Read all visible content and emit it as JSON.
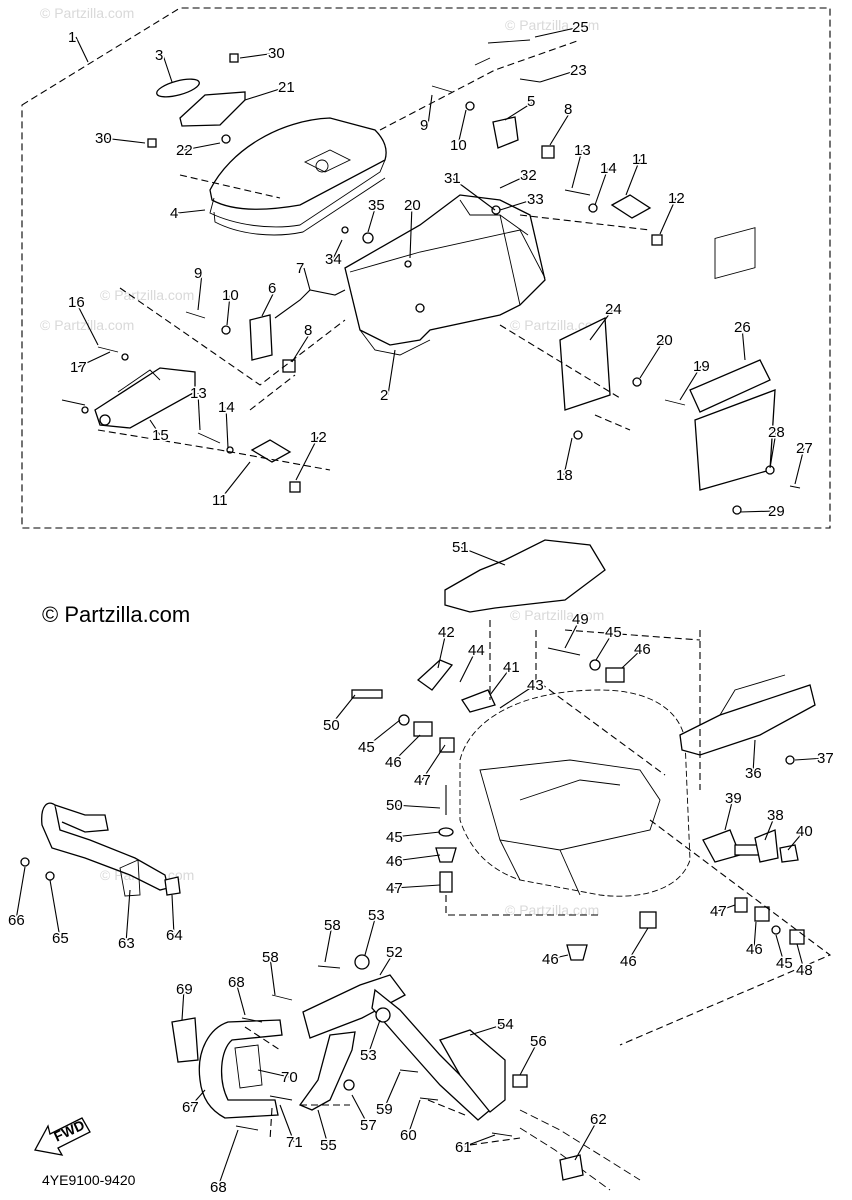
{
  "watermark": "© Partzilla.com",
  "diagram_code": "4YE9100-9420",
  "fwd_label": "FWD",
  "callouts": [
    {
      "id": "c1",
      "text": "1"
    },
    {
      "id": "c3",
      "text": "3"
    },
    {
      "id": "c30a",
      "text": "30"
    },
    {
      "id": "c21",
      "text": "21"
    },
    {
      "id": "c30b",
      "text": "30"
    },
    {
      "id": "c22",
      "text": "22"
    },
    {
      "id": "c4",
      "text": "4"
    },
    {
      "id": "c25",
      "text": "25"
    },
    {
      "id": "c23",
      "text": "23"
    },
    {
      "id": "c9a",
      "text": "9"
    },
    {
      "id": "c5",
      "text": "5"
    },
    {
      "id": "c10a",
      "text": "10"
    },
    {
      "id": "c8a",
      "text": "8"
    },
    {
      "id": "c13a",
      "text": "13"
    },
    {
      "id": "c14a",
      "text": "14"
    },
    {
      "id": "c11a",
      "text": "11"
    },
    {
      "id": "c12a",
      "text": "12"
    },
    {
      "id": "c32",
      "text": "32"
    },
    {
      "id": "c31",
      "text": "31"
    },
    {
      "id": "c33",
      "text": "33"
    },
    {
      "id": "c35",
      "text": "35"
    },
    {
      "id": "c20a",
      "text": "20"
    },
    {
      "id": "c34",
      "text": "34"
    },
    {
      "id": "c7",
      "text": "7"
    },
    {
      "id": "c9b",
      "text": "9"
    },
    {
      "id": "c10b",
      "text": "10"
    },
    {
      "id": "c6",
      "text": "6"
    },
    {
      "id": "c16",
      "text": "16"
    },
    {
      "id": "c17",
      "text": "17"
    },
    {
      "id": "c8b",
      "text": "8"
    },
    {
      "id": "c2",
      "text": "2"
    },
    {
      "id": "c24",
      "text": "24"
    },
    {
      "id": "c26",
      "text": "26"
    },
    {
      "id": "c20b",
      "text": "20"
    },
    {
      "id": "c19",
      "text": "19"
    },
    {
      "id": "c15",
      "text": "15"
    },
    {
      "id": "c13b",
      "text": "13"
    },
    {
      "id": "c14b",
      "text": "14"
    },
    {
      "id": "c12b",
      "text": "12"
    },
    {
      "id": "c11b",
      "text": "11"
    },
    {
      "id": "c18",
      "text": "18"
    },
    {
      "id": "c28",
      "text": "28"
    },
    {
      "id": "c27",
      "text": "27"
    },
    {
      "id": "c29",
      "text": "29"
    },
    {
      "id": "c51",
      "text": "51"
    },
    {
      "id": "c42",
      "text": "42"
    },
    {
      "id": "c49",
      "text": "49"
    },
    {
      "id": "c45a",
      "text": "45"
    },
    {
      "id": "c46a",
      "text": "46"
    },
    {
      "id": "c44",
      "text": "44"
    },
    {
      "id": "c41",
      "text": "41"
    },
    {
      "id": "c43",
      "text": "43"
    },
    {
      "id": "c50a",
      "text": "50"
    },
    {
      "id": "c45b",
      "text": "45"
    },
    {
      "id": "c46b",
      "text": "46"
    },
    {
      "id": "c47a",
      "text": "47"
    },
    {
      "id": "c36",
      "text": "36"
    },
    {
      "id": "c37",
      "text": "37"
    },
    {
      "id": "c50b",
      "text": "50"
    },
    {
      "id": "c45c",
      "text": "45"
    },
    {
      "id": "c46c",
      "text": "46"
    },
    {
      "id": "c47b",
      "text": "47"
    },
    {
      "id": "c39",
      "text": "39"
    },
    {
      "id": "c38",
      "text": "38"
    },
    {
      "id": "c40",
      "text": "40"
    },
    {
      "id": "c66",
      "text": "66"
    },
    {
      "id": "c65",
      "text": "65"
    },
    {
      "id": "c63",
      "text": "63"
    },
    {
      "id": "c64",
      "text": "64"
    },
    {
      "id": "c53a",
      "text": "53"
    },
    {
      "id": "c58a",
      "text": "58"
    },
    {
      "id": "c52",
      "text": "52"
    },
    {
      "id": "c46d",
      "text": "46"
    },
    {
      "id": "c46e",
      "text": "46"
    },
    {
      "id": "c47c",
      "text": "47"
    },
    {
      "id": "c46f",
      "text": "46"
    },
    {
      "id": "c45d",
      "text": "45"
    },
    {
      "id": "c48",
      "text": "48"
    },
    {
      "id": "c58b",
      "text": "58"
    },
    {
      "id": "c68a",
      "text": "68"
    },
    {
      "id": "c69",
      "text": "69"
    },
    {
      "id": "c54",
      "text": "54"
    },
    {
      "id": "c56",
      "text": "56"
    },
    {
      "id": "c53b",
      "text": "53"
    },
    {
      "id": "c70",
      "text": "70"
    },
    {
      "id": "c67",
      "text": "67"
    },
    {
      "id": "c59",
      "text": "59"
    },
    {
      "id": "c57",
      "text": "57"
    },
    {
      "id": "c71",
      "text": "71"
    },
    {
      "id": "c55",
      "text": "55"
    },
    {
      "id": "c60",
      "text": "60"
    },
    {
      "id": "c62",
      "text": "62"
    },
    {
      "id": "c61",
      "text": "61"
    },
    {
      "id": "c68b",
      "text": "68"
    }
  ]
}
